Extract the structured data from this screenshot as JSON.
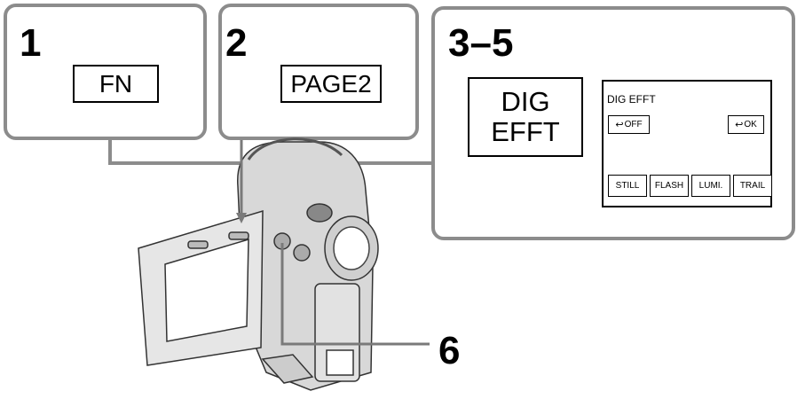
{
  "steps": {
    "step1": {
      "number": "1",
      "button": "FN"
    },
    "step2": {
      "number": "2",
      "button": "PAGE2"
    },
    "step35": {
      "number": "3–5",
      "button_line1": "DIG",
      "button_line2": "EFFT",
      "lcd": {
        "title": "DIG EFFT",
        "off_label": "OFF",
        "ok_label": "OK",
        "return_icon": "↩",
        "options": [
          "STILL",
          "FLASH",
          "LUMI.",
          "TRAIL"
        ]
      }
    },
    "step6": {
      "number": "6"
    }
  },
  "colors": {
    "panel_border": "#8c8c8c",
    "ink": "#000000"
  }
}
